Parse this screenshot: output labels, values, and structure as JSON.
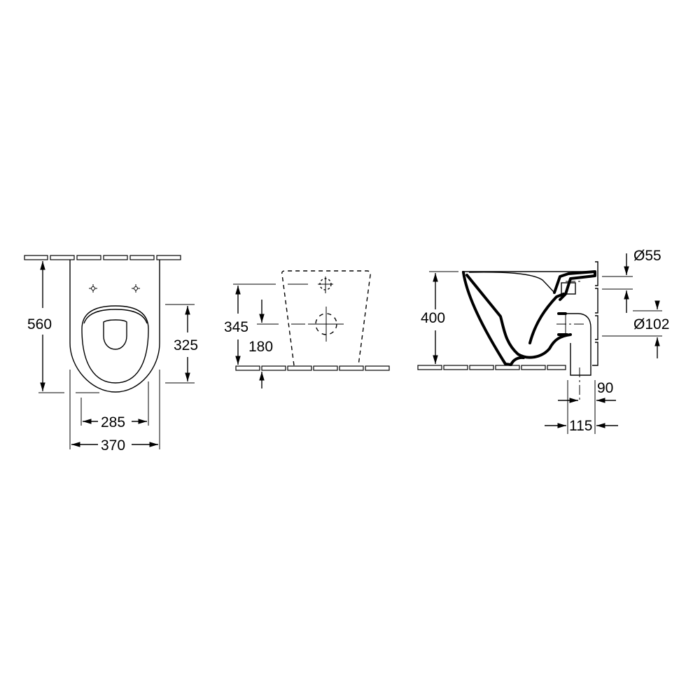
{
  "drawing": {
    "title": "Wall-hung toilet technical dimension drawing",
    "views": {
      "top_view": {
        "dimensions": {
          "depth": "560",
          "bowl_to_wall": "325",
          "inner_width": "285",
          "outer_width": "370"
        }
      },
      "rear_view": {
        "dimensions": {
          "fixing_height": "345",
          "outlet_height": "180"
        }
      },
      "side_view": {
        "dimensions": {
          "height": "400",
          "inlet_diameter": "Ø55",
          "outlet_diameter": "Ø102",
          "outlet_offset": "90",
          "outlet_projection": "115"
        }
      }
    },
    "colors": {
      "line": "#000000",
      "background": "#ffffff"
    }
  }
}
